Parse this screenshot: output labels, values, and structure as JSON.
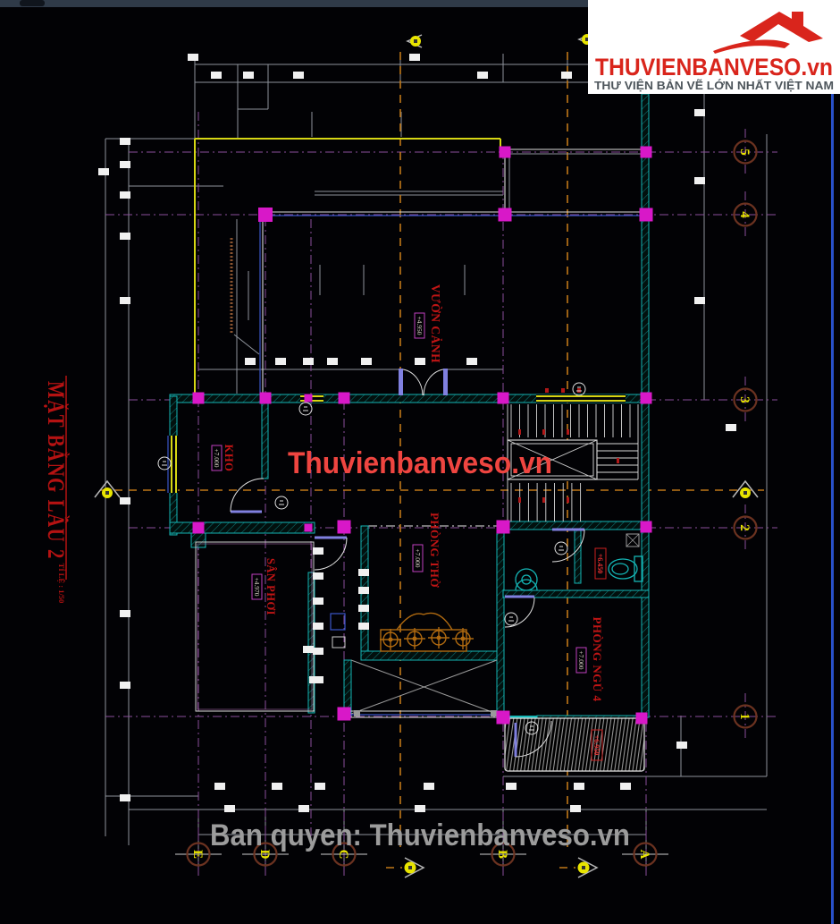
{
  "logo": {
    "brand": "THUVIENBANVESO.vn",
    "tagline": "THƯ VIỆN BẢN VẼ LỚN NHẤT VIỆT NAM"
  },
  "watermark": "Thuvienbanveso.vn",
  "copyright": "Ban quyen: Thuvienbanveso.vn",
  "title_block": {
    "title": "MẶT BẰNG LẦU 2",
    "scale": "TỈ LỆ : 1/50"
  },
  "grid": {
    "columns": [
      "E",
      "D",
      "C",
      "B",
      "A"
    ],
    "rows": [
      "5",
      "4",
      "3",
      "2",
      "1"
    ]
  },
  "rooms": [
    {
      "name": "VƯỜN CẢNH",
      "level": "+4.950"
    },
    {
      "name": "KHO",
      "level": "+7.000"
    },
    {
      "name": "PHÒNG THỜ",
      "level": "+7.000"
    },
    {
      "name": "SÂN PHƠI",
      "level": "+4.970"
    },
    {
      "name": "PHÒNG NGỦ 4",
      "level": "+7.000"
    }
  ],
  "levels": {
    "wc": "+6.450",
    "balcony": "+6.950"
  },
  "colors": {
    "wall": "#14b4b4",
    "column": "#d818c8",
    "axis": "#8a4f9a",
    "section": "#c07818",
    "label": "#c01515",
    "accent_yellow": "#d6d614",
    "watermark": "#ef4540",
    "copyright": "#9c9c9c",
    "brand_red": "#d9251c"
  }
}
